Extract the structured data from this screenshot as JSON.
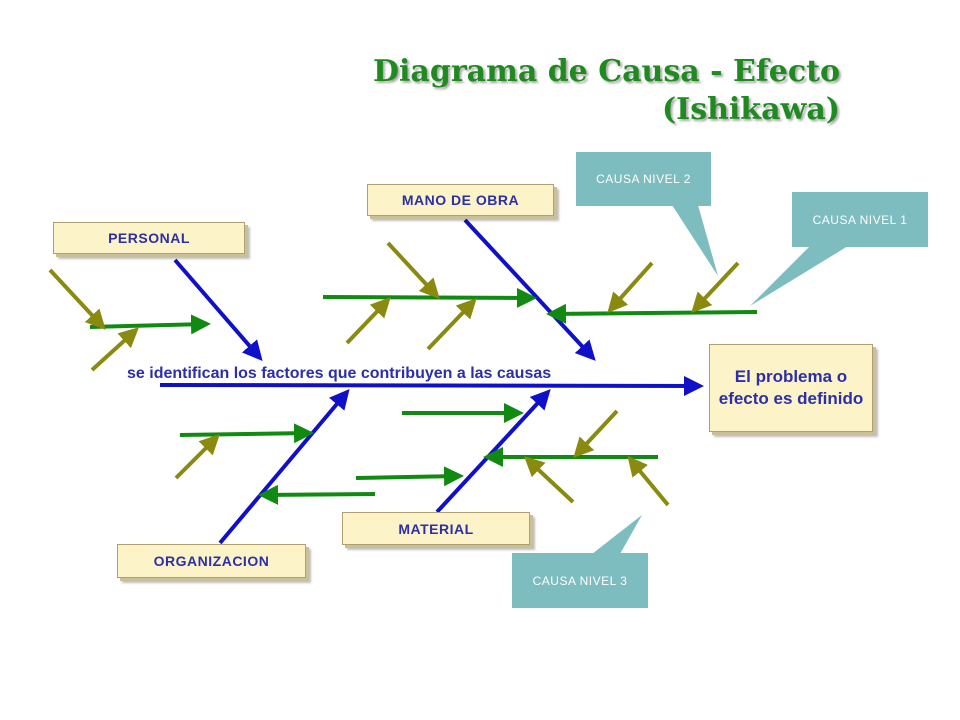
{
  "title": {
    "line1": "Diagrama de Causa - Efecto",
    "line2": "(Ishikawa)"
  },
  "spine_label": "se identifican los factores que contribuyen a las causas",
  "effect": "El problema o efecto es definido",
  "categories": {
    "personal": "PERSONAL",
    "mano_de_obra": "MANO DE OBRA",
    "organizacion": "ORGANIZACION",
    "material": "MATERIAL"
  },
  "callouts": {
    "nivel2": "CAUSA NIVEL 2",
    "nivel1": "CAUSA NIVEL 1",
    "nivel3": "CAUSA NIVEL 3"
  },
  "colors": {
    "title": "#1f8a1f",
    "main_arrows": "#1010c8",
    "level1_arrows": "#108a10",
    "level2_arrows": "#8a8a10",
    "box_fill": "#fdf3c8",
    "callout_fill": "#7dbcbf"
  }
}
